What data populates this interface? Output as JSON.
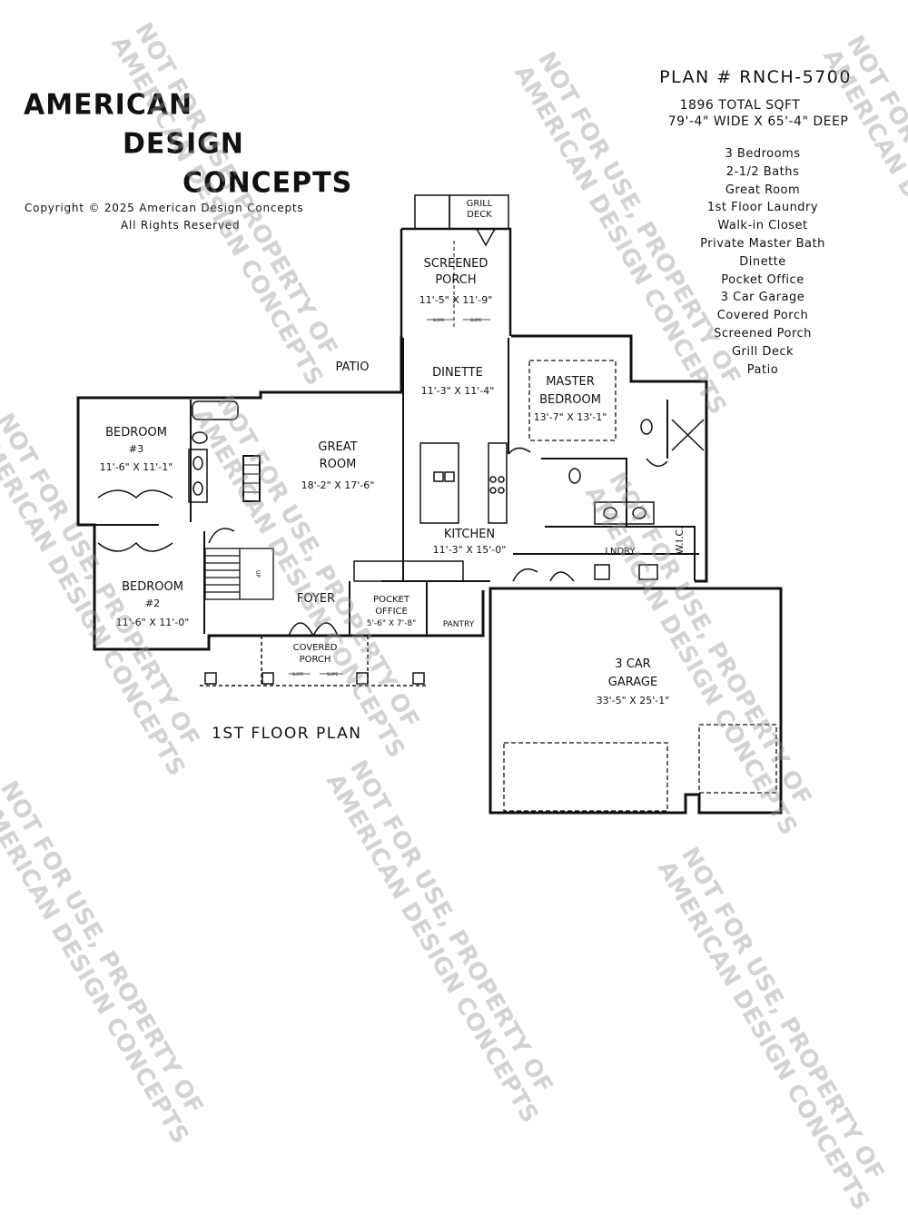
{
  "brand": {
    "line1": "AMERICAN",
    "line2": "DESIGN",
    "line3": "CONCEPTS",
    "copyright": "Copyright © 2025 American Design Concepts",
    "rights": "All Rights Reserved"
  },
  "plan": {
    "title": "PLAN # RNCH-5700",
    "sqft": "1896 TOTAL SQFT",
    "dimensions": "79'-4\" WIDE X 65'-4\" DEEP",
    "features": [
      "3 Bedrooms",
      "2-1/2 Baths",
      "Great Room",
      "1st Floor Laundry",
      "Walk-in Closet",
      "Private Master Bath",
      "Dinette",
      "Pocket Office",
      "3 Car Garage",
      "Covered Porch",
      "Screened Porch",
      "Grill Deck",
      "Patio"
    ]
  },
  "floor_label": "1ST FLOOR PLAN",
  "rooms": {
    "grill_deck_1": "GRILL",
    "grill_deck_2": "DECK",
    "screened_porch_1": "SCREENED",
    "screened_porch_2": "PORCH",
    "screened_porch_size": "11'-5\" X 11'-9\"",
    "patio": "PATIO",
    "dinette": "DINETTE",
    "dinette_size": "11'-3\" X 11'-4\"",
    "master_1": "MASTER",
    "master_2": "BEDROOM",
    "master_size": "13'-7\" X 13'-1\"",
    "bedroom3": "BEDROOM",
    "bedroom3_num": "#3",
    "bedroom3_size": "11'-6\" X 11'-1\"",
    "great_1": "GREAT",
    "great_2": "ROOM",
    "great_size": "18'-2\" X 17'-6\"",
    "kitchen": "KITCHEN",
    "kitchen_size": "11'-3\" X 15'-0\"",
    "wic": "W.I.C.",
    "laundry": "LNDRY",
    "bedroom2": "BEDROOM",
    "bedroom2_num": "#2",
    "bedroom2_size": "11'-6\" X 11'-0\"",
    "foyer": "FOYER",
    "pocket_1": "POCKET",
    "pocket_2": "OFFICE",
    "pocket_size": "5'-6\" X 7'-8\"",
    "pantry": "PANTRY",
    "covered_1": "COVERED",
    "covered_2": "PORCH",
    "garage_1": "3 CAR",
    "garage_2": "GARAGE",
    "garage_size": "33'-5\" X 25'-1\"",
    "slope": "SLOPE",
    "up": "UP"
  },
  "watermark": {
    "line1": "NOT FOR USE, PROPERTY OF",
    "line2": "AMERICAN DESIGN CONCEPTS"
  }
}
